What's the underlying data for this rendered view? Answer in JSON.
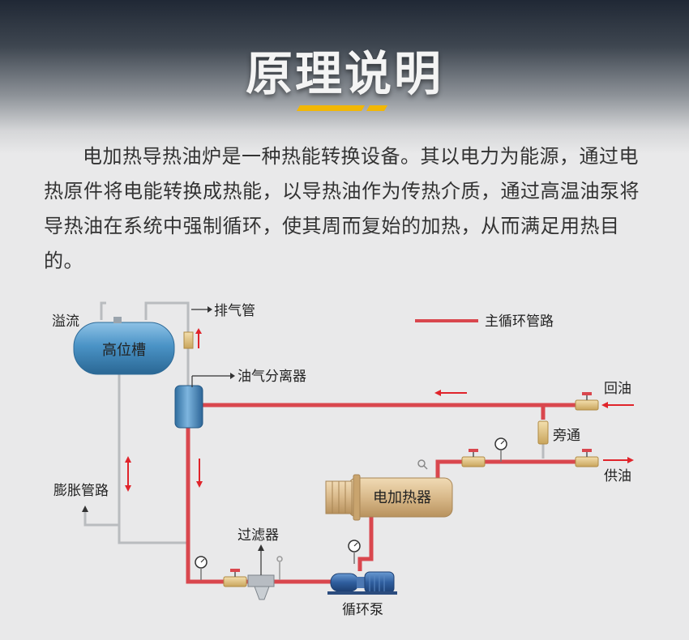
{
  "header": {
    "title": "原理说明"
  },
  "description": "电加热导热油炉是一种热能转换设备。其以电力为能源，通过电热原件将电能转换成热能，以导热油作为传热介质，通过高温油泵将导热油在系统中强制循环，使其周而复始的加热，从而满足用热目的。",
  "diagram": {
    "legend_main_loop": "主循环管路",
    "labels": {
      "overflow": "溢流",
      "high_tank": "高位槽",
      "exhaust_pipe": "排气管",
      "oil_gas_separator": "油气分离器",
      "return_oil": "回油",
      "bypass": "旁通",
      "supply_oil": "供油",
      "expansion_pipe": "膨胀管路",
      "electric_heater": "电加热器",
      "filter": "过滤器",
      "circulation_pump": "循环泵"
    },
    "colors": {
      "main_pipe": "#d9474e",
      "aux_pipe": "#b9bcbf",
      "arrow": "#e0242b",
      "tank": "#3d86b8",
      "heater": "#d9b98a",
      "pump": "#2f5e9e",
      "accent": "#f2b705"
    }
  }
}
